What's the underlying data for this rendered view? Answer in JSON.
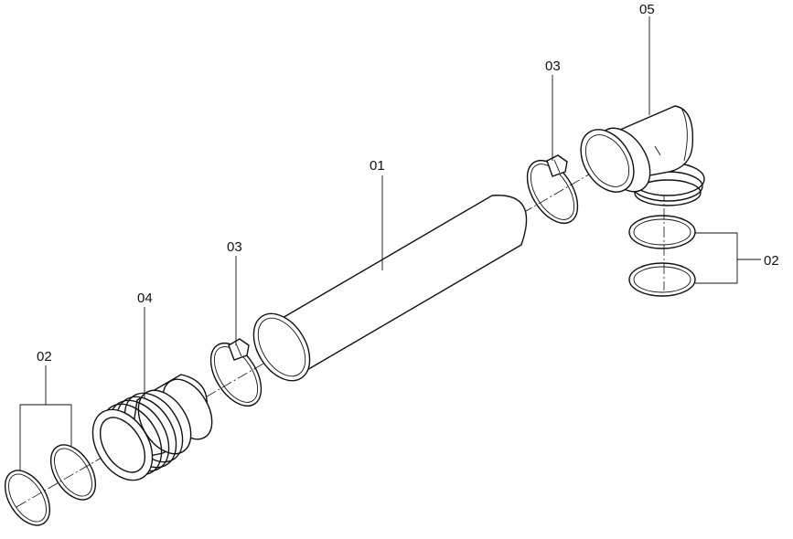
{
  "labels": {
    "pipe": "01",
    "gasket_left": "02",
    "gasket_right": "02",
    "clamp_left": "03",
    "clamp_right": "03",
    "adapter": "04",
    "elbow": "05"
  }
}
